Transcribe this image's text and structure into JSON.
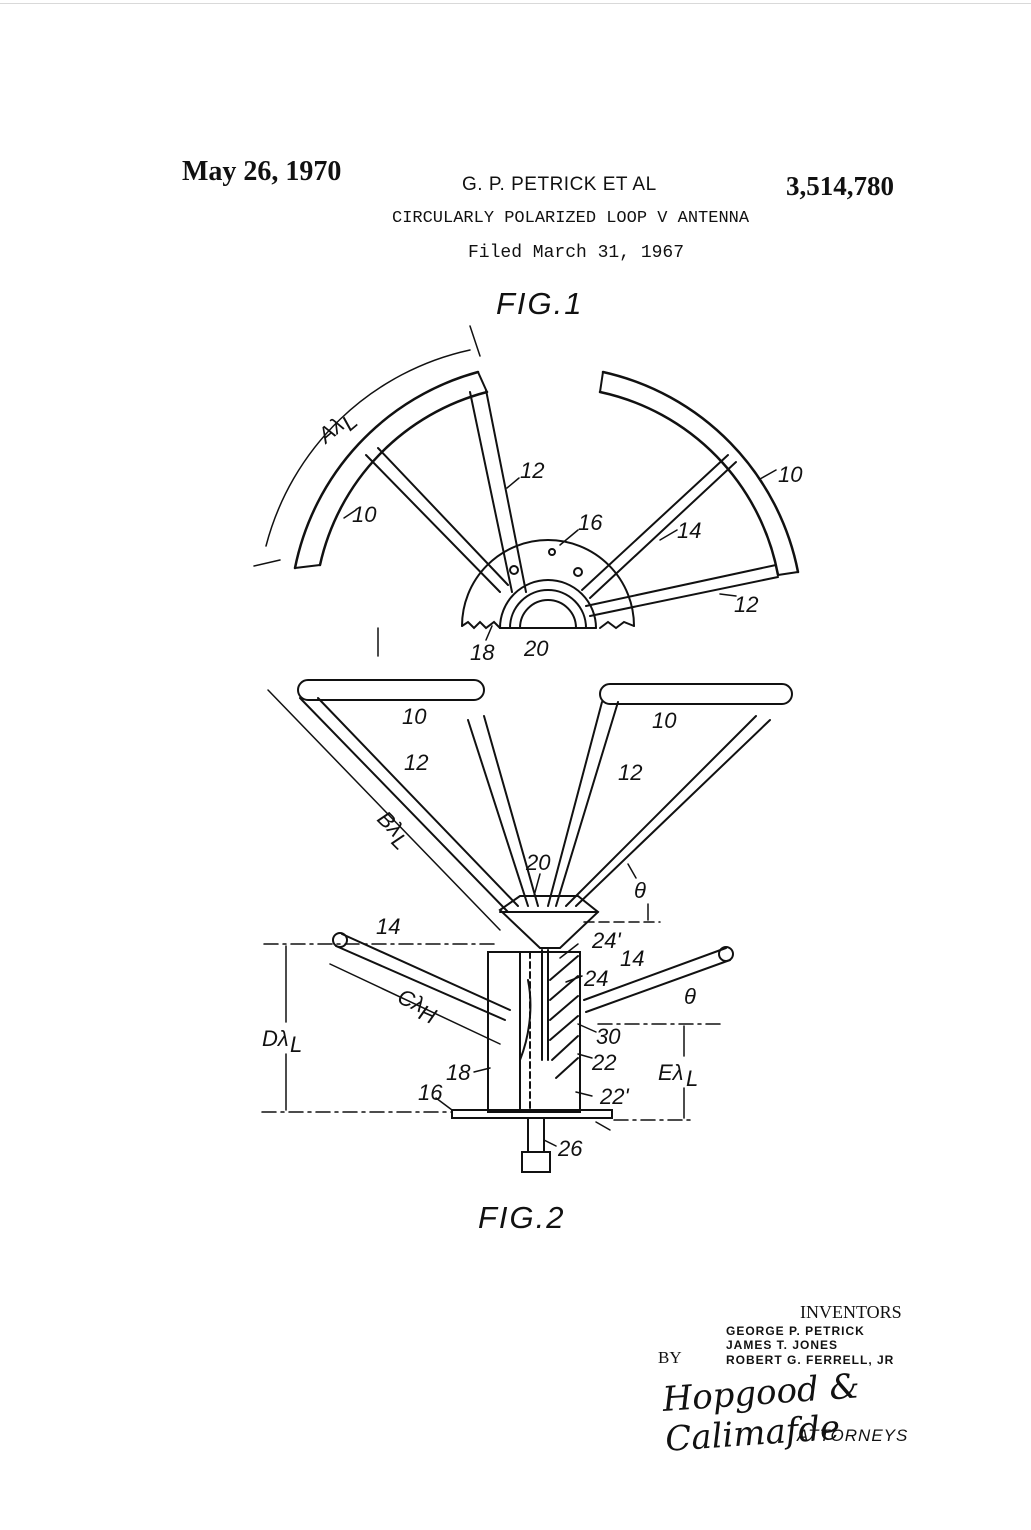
{
  "header": {
    "date": "May 26, 1970",
    "inventors_line": "G. P. PETRICK  ET AL",
    "patent_number": "3,514,780",
    "title": "CIRCULARLY POLARIZED LOOP V ANTENNA",
    "filed": "Filed March 31, 1967"
  },
  "figures": {
    "fig1_label": "FIG.1",
    "fig2_label": "FIG.2"
  },
  "refs": {
    "r10": "10",
    "r12": "12",
    "r14": "14",
    "r16": "16",
    "r18": "18",
    "r20": "20",
    "r22": "22",
    "r22p": "22'",
    "r24": "24",
    "r24p": "24'",
    "r26": "26",
    "r30": "30",
    "theta": "θ",
    "A": "Aλ",
    "A_sub": "L",
    "B": "Bλ",
    "B_sub": "L",
    "C": "Cλ",
    "C_sub": "H",
    "D": "Dλ",
    "D_sub": "L",
    "E": "Eλ",
    "E_sub": "L"
  },
  "footer": {
    "inventors_heading": "INVENTORS",
    "names": [
      "GEORGE P. PETRICK",
      "JAMES T. JONES",
      "ROBERT G. FERRELL, JR"
    ],
    "by": "BY",
    "firm": "Hopgood & Calimafde",
    "attorneys": "ATTORNEYS"
  }
}
